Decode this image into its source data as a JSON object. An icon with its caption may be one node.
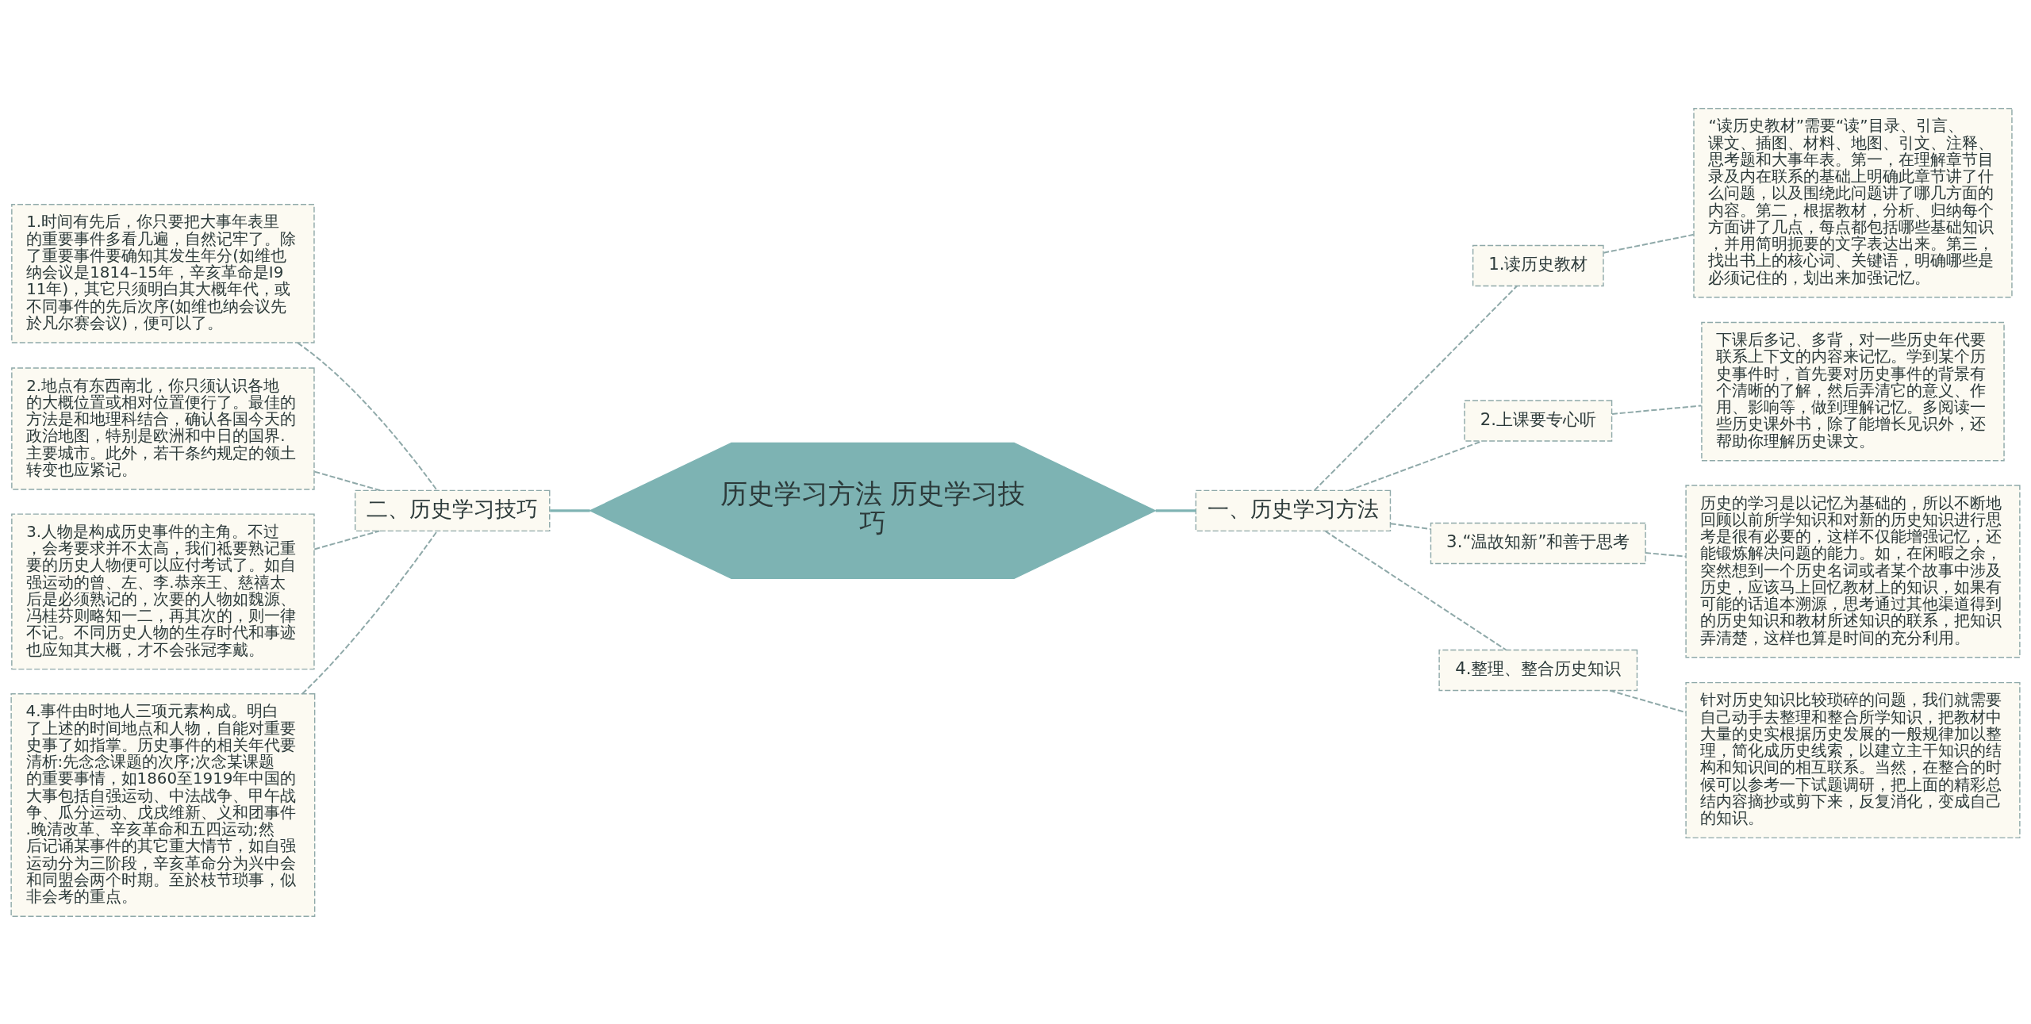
{
  "diagram": {
    "nodes": [
      {
        "text": [
          "历史学习方法 历史学习技巧"
        ]
      },
      {
        "text": [
          "一、历史学习方法"
        ]
      },
      {
        "text": [
          "1.读历史教材"
        ]
      },
      {
        "text": [
          "“读历史教材”需要“读”目录、引言、课文、插图、材料、地图、引文、注释、思考题和大事年表。第一，在理解章节目录及内在联系的基础上明确此章节讲了什么问题，以及围绕此问题讲了哪几方面的内容。第二，根据教材，分析、归纳每个方面讲了几点，每点都包括哪些基础知识，并用简明扼要的文字表达出来。第三，找出书上的核心词、关键语，明确哪些是必须记住的，划出来加强记忆。"
        ]
      },
      {
        "text": [
          "2.上课要专心听"
        ]
      },
      {
        "text": [
          "下课后多记、多背，对一些历史年代要联系上下文的内容来记忆。学到某个历史事件时，首先要对历史事件的背景有个清晰的了解，然后弄清它的意义、作用、影响等，做到理解记忆。多阅读一些历史课外书，除了能增长见识外，还帮助你理解历史课文。"
        ]
      },
      {
        "text": [
          "3.“温故知新”和善于思考"
        ]
      },
      {
        "text": [
          "历史的学习是以记忆为基础的，所以不断地回顾以前所学知识和对新的历史知识进行思考是很有必要的，这样不仅能增强记忆，还能锻炼解决问题的能力。如，在闲暇之余，突然想到一个历史名词或者某个故事中涉及历史，应该马上回忆教材上的知识，如果有可能的话追本溯源，思考通过其他渠道得到的历史知识和教材所述知识的联系，把知识弄清楚，这样也算是时间的充分利用。"
        ]
      },
      {
        "text": [
          "4.整理、整合历史知识"
        ]
      },
      {
        "text": [
          "针对历史知识比较琐碎的问题，我们就需要自己动手去整理和整合所学知识，把教材中大量的史实根据历史发展的一般规律加以整理，简化成历史线索，以建立主干知识的结构和知识间的相互联系。当然，在整合的时候可以参考一下试题调研，把上面的精彩总结内容摘抄或剪下来，反复消化，变成自己的知识。"
        ]
      },
      {
        "text": [
          "二、历史学习技巧"
        ]
      },
      {
        "text": [
          "1.时间有先后，你只要把大事年表里的重要事件多看几遍，自然记牢了。除了重要事件要确知其发生年分(如维也纳会议是1814–15年，辛亥革命是I911年)，其它只须明白其大概年代，或不同事件的先后次序(如维也纳会议先於凡尔赛会议)，便可以了。"
        ]
      },
      {
        "text": [
          "2.地点有东西南北，你只须认识各地的大概位置或相对位置便行了。最佳的方法是和地理科结合，确认各国今天的政治地图，特别是欧洲和中日的国界.主要城市。此外，若干条约规定的领土转变也应紧记。"
        ]
      },
      {
        "text": [
          "3.人物是构成历史事件的主角。不过，会考要求并不太高，我们祗要熟记重要的历史人物便可以应付考试了。如自强运动的曾、左、李.恭亲王、慈禧太后是必须熟记的，次要的人物如魏源、冯桂芬则略知一二，再其次的，则一律不记。不同历史人物的生存时代和事迹也应知其大概，才不会张冠李戴。"
        ]
      },
      {
        "text": [
          "4.事件由时地人三项元素构成。明白了上述的时间地点和人物，自能对重要史事了如指掌。历史事件的相关年代要清析:先念念课题的次序;次念某课题的重要事情，如1860至1919年中国的大事包括自强运动、中法战争、甲午战争、瓜分运动、戊戌维新、义和团事件.晚清改革、辛亥革命和五四运动;然后记诵某事件的其它重大情节，如自强运动分为三阶段，辛亥革命分为兴中会和同盟会两个时期。至於枝节琐事，似非会考的重点。"
        ]
      }
    ],
    "edges": [
      {
        "from": 0,
        "to": 1,
        "arrow": "none",
        "color": "#7fb3b3"
      },
      {
        "from": 1,
        "to": 2,
        "arrow": "none",
        "style": "dashed"
      },
      {
        "from": 2,
        "to": 3,
        "arrow": "none",
        "style": "dashed"
      },
      {
        "from": 1,
        "to": 4,
        "arrow": "none",
        "style": "dashed"
      },
      {
        "from": 4,
        "to": 5,
        "arrow": "none",
        "style": "dashed"
      },
      {
        "from": 1,
        "to": 6,
        "arrow": "none",
        "style": "dashed"
      },
      {
        "from": 6,
        "to": 7,
        "arrow": "none",
        "style": "dashed"
      },
      {
        "from": 1,
        "to": 8,
        "arrow": "none",
        "style": "dashed"
      },
      {
        "from": 8,
        "to": 9,
        "arrow": "none",
        "style": "dashed"
      },
      {
        "from": 0,
        "to": 10,
        "arrow": "none",
        "color": "#7fb3b3"
      },
      {
        "from": 10,
        "to": 11,
        "arrow": "none",
        "style": "dashed"
      },
      {
        "from": 10,
        "to": 12,
        "arrow": "none",
        "style": "dashed"
      },
      {
        "from": 10,
        "to": 13,
        "arrow": "none",
        "style": "dashed"
      },
      {
        "from": 10,
        "to": 14,
        "arrow": "none",
        "style": "dashed"
      }
    ]
  }
}
